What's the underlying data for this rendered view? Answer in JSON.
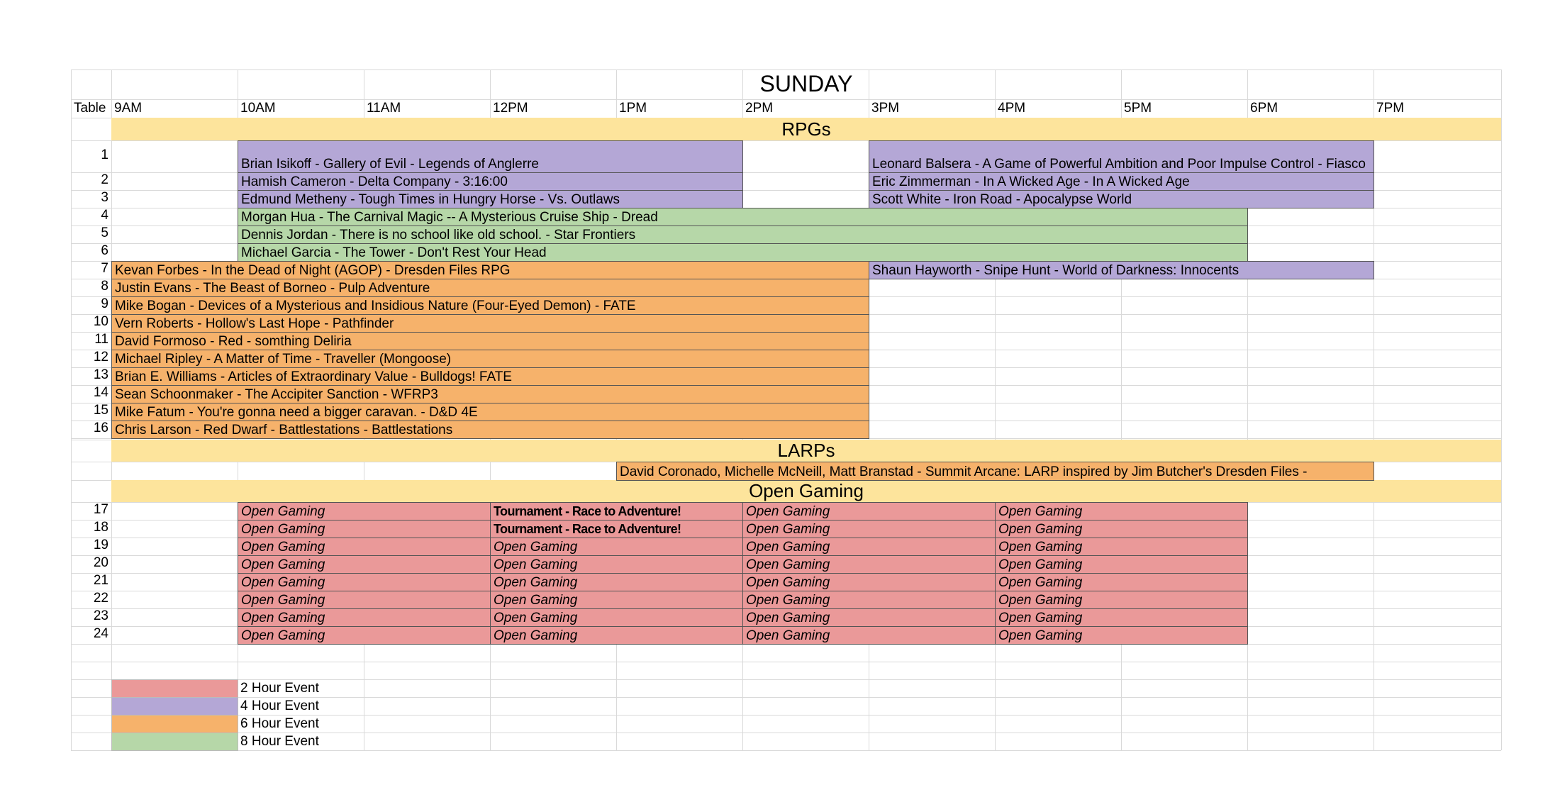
{
  "sheet_title": "SUNDAY",
  "time_header": {
    "table_label": "Table",
    "times": [
      "9AM",
      "10AM",
      "11AM",
      "12PM",
      "1PM",
      "2PM",
      "3PM",
      "4PM",
      "5PM",
      "6PM",
      "7PM"
    ]
  },
  "sections": {
    "rpgs": "RPGs",
    "larps": "LARPs",
    "open_gaming": "Open Gaming"
  },
  "rpg_rows": [
    {
      "table": "1",
      "events": [
        {
          "text": "Brian Isikoff - Gallery of Evil - Legends of Anglerre",
          "hours": 4,
          "start": 1,
          "span": 4
        },
        {
          "text": "Leonard Balsera - A Game of Powerful Ambition and Poor Impulse Control - Fiasco",
          "hours": 4,
          "start": 6,
          "span": 4
        }
      ]
    },
    {
      "table": "2",
      "events": [
        {
          "text": "Hamish Cameron - Delta Company - 3:16:00",
          "hours": 4,
          "start": 1,
          "span": 4
        },
        {
          "text": "Eric Zimmerman - In A Wicked Age - In A Wicked Age",
          "hours": 4,
          "start": 6,
          "span": 4
        }
      ]
    },
    {
      "table": "3",
      "events": [
        {
          "text": "Edmund Metheny - Tough Times in Hungry Horse - Vs. Outlaws",
          "hours": 4,
          "start": 1,
          "span": 4
        },
        {
          "text": "Scott White - Iron Road - Apocalypse World",
          "hours": 4,
          "start": 6,
          "span": 4
        }
      ]
    },
    {
      "table": "4",
      "events": [
        {
          "text": "Morgan Hua - The Carnival Magic -- A Mysterious Cruise Ship - Dread",
          "hours": 8,
          "start": 1,
          "span": 8
        }
      ]
    },
    {
      "table": "5",
      "events": [
        {
          "text": "Dennis Jordan - There is no school like old school. - Star Frontiers",
          "hours": 8,
          "start": 1,
          "span": 8
        }
      ]
    },
    {
      "table": "6",
      "events": [
        {
          "text": "Michael Garcia - The Tower - Don't Rest Your Head",
          "hours": 8,
          "start": 1,
          "span": 8
        }
      ]
    },
    {
      "table": "7",
      "events": [
        {
          "text": "Kevan Forbes - In the Dead of Night (AGOP) - Dresden Files RPG",
          "hours": 6,
          "start": 0,
          "span": 6
        },
        {
          "text": "Shaun Hayworth - Snipe Hunt - World of Darkness: Innocents",
          "hours": 4,
          "start": 6,
          "span": 4
        }
      ]
    },
    {
      "table": "8",
      "events": [
        {
          "text": "Justin Evans - The Beast of Borneo - Pulp Adventure",
          "hours": 6,
          "start": 0,
          "span": 6
        }
      ]
    },
    {
      "table": "9",
      "events": [
        {
          "text": "Mike Bogan - Devices of a Mysterious and Insidious Nature (Four-Eyed Demon) - FATE",
          "hours": 6,
          "start": 0,
          "span": 6
        }
      ]
    },
    {
      "table": "10",
      "events": [
        {
          "text": "Vern Roberts - Hollow's Last Hope - Pathfinder",
          "hours": 6,
          "start": 0,
          "span": 6
        }
      ]
    },
    {
      "table": "11",
      "events": [
        {
          "text": "David Formoso - Red - somthing Deliria",
          "hours": 6,
          "start": 0,
          "span": 6
        }
      ]
    },
    {
      "table": "12",
      "events": [
        {
          "text": "Michael Ripley - A Matter of Time - Traveller (Mongoose)",
          "hours": 6,
          "start": 0,
          "span": 6
        }
      ]
    },
    {
      "table": "13",
      "events": [
        {
          "text": "Brian E. Williams - Articles of Extraordinary Value - Bulldogs! FATE",
          "hours": 6,
          "start": 0,
          "span": 6
        }
      ]
    },
    {
      "table": "14",
      "events": [
        {
          "text": "Sean Schoonmaker - The Accipiter Sanction - WFRP3",
          "hours": 6,
          "start": 0,
          "span": 6
        }
      ]
    },
    {
      "table": "15",
      "events": [
        {
          "text": "Mike Fatum - You're gonna need a bigger caravan. - D&D 4E",
          "hours": 6,
          "start": 0,
          "span": 6
        }
      ]
    },
    {
      "table": "16",
      "events": [
        {
          "text": "Chris Larson - Red Dwarf - Battlestations - Battlestations",
          "hours": 6,
          "start": 0,
          "span": 6
        }
      ]
    }
  ],
  "larp_rows": [
    {
      "table": "",
      "events": [
        {
          "text": "David Coronado, Michelle McNeill, Matt Branstad - Summit Arcane: LARP inspired by Jim Butcher's Dresden Files -",
          "hours": 6,
          "start": 4,
          "span": 6
        }
      ]
    }
  ],
  "open_gaming_rows": [
    {
      "table": "17",
      "events": [
        {
          "text": "Open Gaming",
          "hours": 2,
          "start": 1,
          "span": 2,
          "kind": "og"
        },
        {
          "text": "Tournament - Race to Adventure!",
          "hours": 2,
          "start": 3,
          "span": 2,
          "kind": "tn"
        },
        {
          "text": "Open Gaming",
          "hours": 2,
          "start": 5,
          "span": 2,
          "kind": "og"
        },
        {
          "text": "Open Gaming",
          "hours": 2,
          "start": 7,
          "span": 2,
          "kind": "og"
        }
      ]
    },
    {
      "table": "18",
      "events": [
        {
          "text": "Open Gaming",
          "hours": 2,
          "start": 1,
          "span": 2,
          "kind": "og"
        },
        {
          "text": "Tournament - Race to Adventure!",
          "hours": 2,
          "start": 3,
          "span": 2,
          "kind": "tn"
        },
        {
          "text": "Open Gaming",
          "hours": 2,
          "start": 5,
          "span": 2,
          "kind": "og"
        },
        {
          "text": "Open Gaming",
          "hours": 2,
          "start": 7,
          "span": 2,
          "kind": "og"
        }
      ]
    },
    {
      "table": "19",
      "events": [
        {
          "text": "Open Gaming",
          "hours": 2,
          "start": 1,
          "span": 2,
          "kind": "og"
        },
        {
          "text": "Open Gaming",
          "hours": 2,
          "start": 3,
          "span": 2,
          "kind": "og"
        },
        {
          "text": "Open Gaming",
          "hours": 2,
          "start": 5,
          "span": 2,
          "kind": "og"
        },
        {
          "text": "Open Gaming",
          "hours": 2,
          "start": 7,
          "span": 2,
          "kind": "og"
        }
      ]
    },
    {
      "table": "20",
      "events": [
        {
          "text": "Open Gaming",
          "hours": 2,
          "start": 1,
          "span": 2,
          "kind": "og"
        },
        {
          "text": "Open Gaming",
          "hours": 2,
          "start": 3,
          "span": 2,
          "kind": "og"
        },
        {
          "text": "Open Gaming",
          "hours": 2,
          "start": 5,
          "span": 2,
          "kind": "og"
        },
        {
          "text": "Open Gaming",
          "hours": 2,
          "start": 7,
          "span": 2,
          "kind": "og"
        }
      ]
    },
    {
      "table": "21",
      "events": [
        {
          "text": "Open Gaming",
          "hours": 2,
          "start": 1,
          "span": 2,
          "kind": "og"
        },
        {
          "text": "Open Gaming",
          "hours": 2,
          "start": 3,
          "span": 2,
          "kind": "og"
        },
        {
          "text": "Open Gaming",
          "hours": 2,
          "start": 5,
          "span": 2,
          "kind": "og"
        },
        {
          "text": "Open Gaming",
          "hours": 2,
          "start": 7,
          "span": 2,
          "kind": "og"
        }
      ]
    },
    {
      "table": "22",
      "events": [
        {
          "text": "Open Gaming",
          "hours": 2,
          "start": 1,
          "span": 2,
          "kind": "og"
        },
        {
          "text": "Open Gaming",
          "hours": 2,
          "start": 3,
          "span": 2,
          "kind": "og"
        },
        {
          "text": "Open Gaming",
          "hours": 2,
          "start": 5,
          "span": 2,
          "kind": "og"
        },
        {
          "text": "Open Gaming",
          "hours": 2,
          "start": 7,
          "span": 2,
          "kind": "og"
        }
      ]
    },
    {
      "table": "23",
      "events": [
        {
          "text": "Open Gaming",
          "hours": 2,
          "start": 1,
          "span": 2,
          "kind": "og"
        },
        {
          "text": "Open Gaming",
          "hours": 2,
          "start": 3,
          "span": 2,
          "kind": "og"
        },
        {
          "text": "Open Gaming",
          "hours": 2,
          "start": 5,
          "span": 2,
          "kind": "og"
        },
        {
          "text": "Open Gaming",
          "hours": 2,
          "start": 7,
          "span": 2,
          "kind": "og"
        }
      ]
    },
    {
      "table": "24",
      "events": [
        {
          "text": "Open Gaming",
          "hours": 2,
          "start": 1,
          "span": 2,
          "kind": "og"
        },
        {
          "text": "Open Gaming",
          "hours": 2,
          "start": 3,
          "span": 2,
          "kind": "og"
        },
        {
          "text": "Open Gaming",
          "hours": 2,
          "start": 5,
          "span": 2,
          "kind": "og"
        },
        {
          "text": "Open Gaming",
          "hours": 2,
          "start": 7,
          "span": 2,
          "kind": "og"
        }
      ]
    }
  ],
  "legend": [
    {
      "label": "2 Hour Event",
      "color": "#ea9999"
    },
    {
      "label": "4 Hour Event",
      "color": "#b4a7d6"
    },
    {
      "label": "6 Hour Event",
      "color": "#f6b26b"
    },
    {
      "label": "8 Hour Event",
      "color": "#b6d7a8"
    }
  ],
  "colors": {
    "section_band": "#fde49c",
    "two_hour": "#ea9999",
    "four_hour": "#b4a7d6",
    "six_hour": "#f6b26b",
    "eight_hour": "#b6d7a8"
  }
}
